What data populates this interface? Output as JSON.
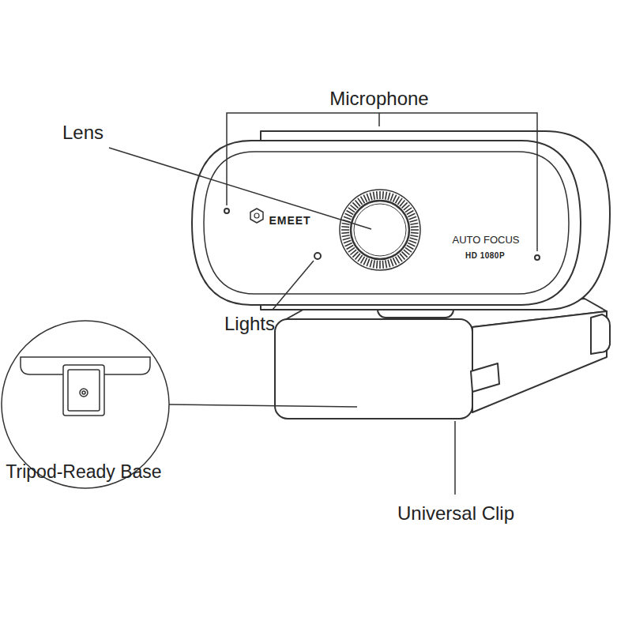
{
  "diagram": {
    "labels": [
      "Microphone",
      "Lens",
      "Lights",
      "Tripod-Ready Base",
      "Universal Clip",
      "EMEET",
      "AUTO FOCUS",
      "HD 1080P"
    ]
  }
}
